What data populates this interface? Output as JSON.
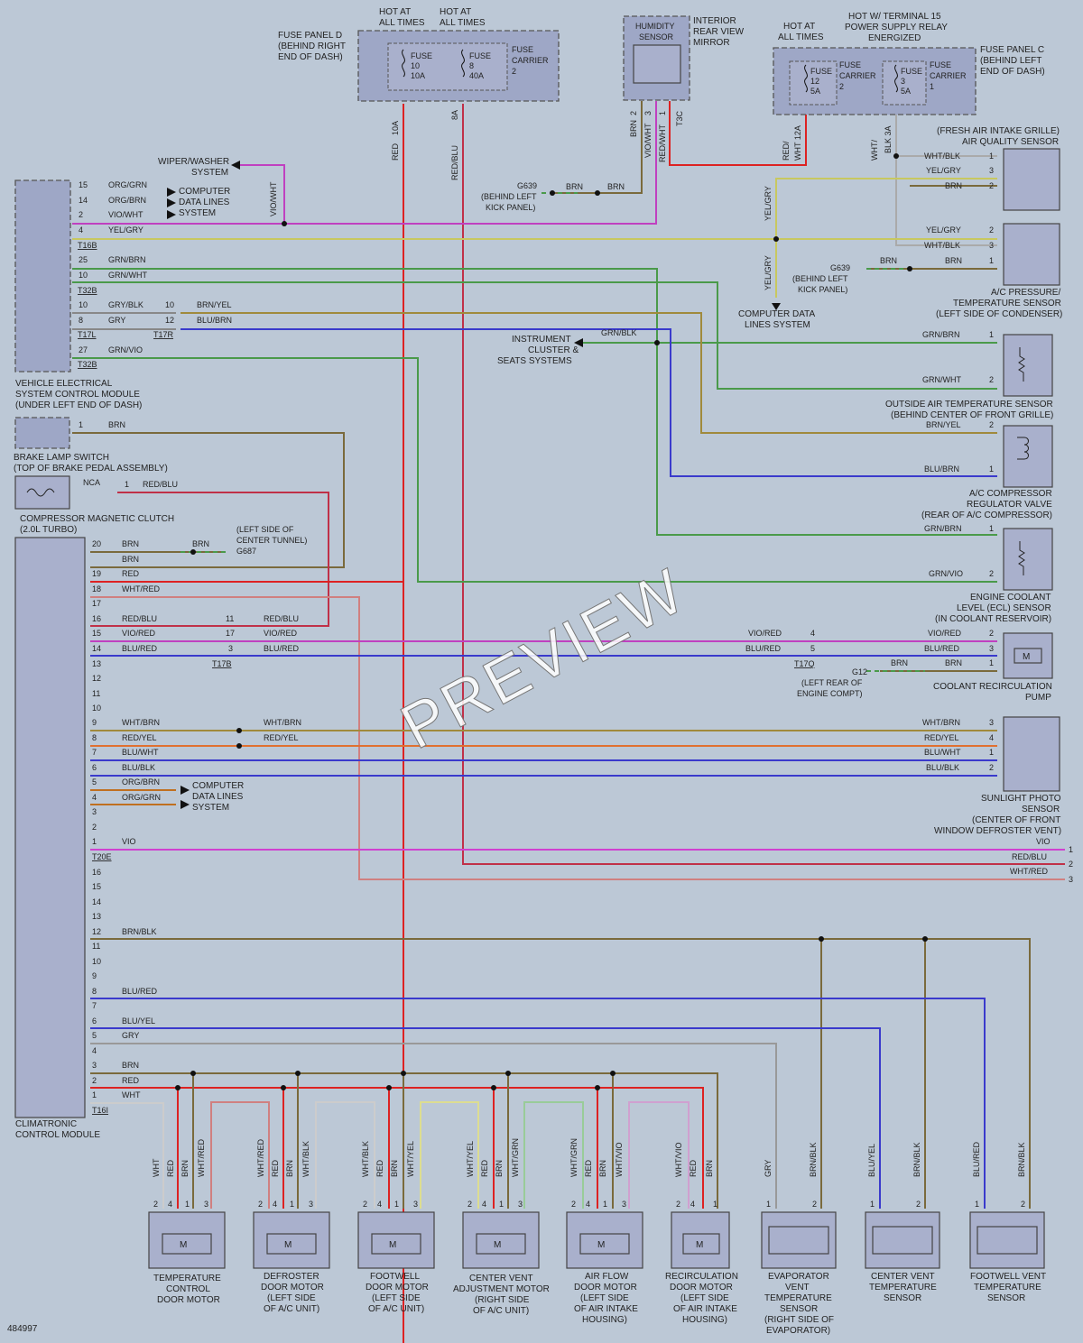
{
  "watermark": "PREVIEW",
  "doc_number": "484997",
  "top": {
    "hot1": [
      "HOT AT",
      "ALL TIMES"
    ],
    "hot2": [
      "HOT AT",
      "ALL TIMES"
    ],
    "fuse_panel_d": [
      "FUSE PANEL D",
      "(BEHIND RIGHT",
      "END OF DASH)"
    ],
    "fuse10": [
      "FUSE",
      "10",
      "10A"
    ],
    "fuse8": [
      "FUSE",
      "8",
      "40A"
    ],
    "carrier2": [
      "FUSE",
      "CARRIER",
      "2"
    ],
    "humidity": [
      "HUMIDITY",
      "SENSOR"
    ],
    "mirror": [
      "INTERIOR",
      "REAR VIEW",
      "MIRROR"
    ],
    "hot3": [
      "HOT AT",
      "ALL TIMES"
    ],
    "hot15": [
      "HOT W/ TERMINAL 15",
      "POWER SUPPLY RELAY",
      "ENERGIZED"
    ],
    "fuse12": [
      "FUSE",
      "12",
      "5A"
    ],
    "carrier2b": [
      "FUSE",
      "CARRIER",
      "2"
    ],
    "fuse3": [
      "FUSE",
      "3",
      "5A"
    ],
    "carrier1": [
      "FUSE",
      "CARRIER",
      "1"
    ],
    "fuse_panel_c": [
      "FUSE PANEL C",
      "(BEHIND LEFT",
      "END OF DASH)"
    ],
    "w10a": "10A",
    "w8a": "8A",
    "red": "RED",
    "redblu": "RED/BLU",
    "t3c": "T3C",
    "brn": "BRN",
    "viowht": "VIO/WHT",
    "redwht": "RED/WHT",
    "p2": "2",
    "p3": "3",
    "p1": "1",
    "redwht12a": "RED/",
    "wht12a": "WHT 12A",
    "whtblk3a": "WHT/",
    "blk3a": "BLK 3A"
  },
  "left": {
    "wiper": [
      "WIPER/WASHER",
      "SYSTEM"
    ],
    "comp_data": [
      "COMPUTER",
      "DATA LINES",
      "SYSTEM"
    ],
    "vio_wht": "VIO/WHT",
    "vesm": [
      "VEHICLE ELECTRICAL",
      "SYSTEM CONTROL MODULE",
      "(UNDER LEFT END OF DASH)"
    ],
    "brake": [
      "BRAKE LAMP SWITCH",
      "(TOP OF BRAKE PEDAL ASSEMBLY)"
    ],
    "clutch": [
      "COMPRESSOR MAGNETIC CLUTCH",
      "(2.0L TURBO)"
    ],
    "nca": "NCA",
    "climatronic": [
      "CLIMATRONIC",
      "CONTROL MODULE"
    ],
    "g639a": [
      "G639",
      "(BEHIND LEFT",
      "KICK PANEL)"
    ],
    "g687": [
      "(LEFT SIDE OF",
      "CENTER TUNNEL)",
      "G687"
    ],
    "t16b": "T16B",
    "t32b": "T32B",
    "t17l": "T17L",
    "t17r": "T17R",
    "t32b2": "T32B",
    "t17b": "T17B",
    "t20e": "T20E",
    "t16i": "T16I"
  },
  "vesm_pins": [
    {
      "pin": "15",
      "color": "ORG/GRN"
    },
    {
      "pin": "14",
      "color": "ORG/BRN"
    },
    {
      "pin": "2",
      "color": "VIO/WHT"
    },
    {
      "pin": "4",
      "color": "YEL/GRY"
    },
    {
      "pin": "25",
      "color": "GRN/BRN"
    },
    {
      "pin": "10",
      "color": "GRN/WHT"
    },
    {
      "pin": "10",
      "color": "GRY/BLK"
    },
    {
      "pin": "8",
      "color": "GRY"
    },
    {
      "pin": "27",
      "color": "GRN/VIO"
    }
  ],
  "mid": {
    "p10": "10",
    "p12": "12",
    "brn_yel": "BRN/YEL",
    "blu_brn": "BLU/BRN",
    "instrument": [
      "INSTRUMENT",
      "CLUSTER &",
      "SEATS SYSTEMS"
    ],
    "grn_blk": "GRN/BLK",
    "comp_data2": [
      "COMPUTER DATA",
      "LINES SYSTEM"
    ],
    "yel_gry": "YEL/GRY",
    "yel_gry2": "YEL/GRY",
    "g639b": [
      "G639",
      "(BEHIND LEFT",
      "KICK PANEL)"
    ],
    "brn": "BRN"
  },
  "right": {
    "air_quality": [
      "(FRESH AIR INTAKE GRILLE)",
      "AIR QUALITY SENSOR"
    ],
    "aq_pins": [
      {
        "c": "WHT/BLK",
        "p": "1"
      },
      {
        "c": "YEL/GRY",
        "p": "3"
      },
      {
        "c": "BRN",
        "p": "2"
      }
    ],
    "ac_press_pins": [
      {
        "c": "YEL/GRY",
        "p": "2"
      },
      {
        "c": "WHT/BLK",
        "p": "3"
      },
      {
        "c": "BRN",
        "p": "1"
      }
    ],
    "ac_press": [
      "A/C PRESSURE/",
      "TEMPERATURE SENSOR",
      "(LEFT SIDE OF CONDENSER)"
    ],
    "oat_pins": [
      {
        "c": "GRN/BRN",
        "p": "1"
      },
      {
        "c": "GRN/WHT",
        "p": "2"
      }
    ],
    "oat": [
      "OUTSIDE AIR TEMPERATURE SENSOR",
      "(BEHIND CENTER OF FRONT GRILLE)"
    ],
    "reg_pins": [
      {
        "c": "BRN/YEL",
        "p": "2"
      },
      {
        "c": "BLU/BRN",
        "p": "1"
      }
    ],
    "reg": [
      "A/C COMPRESSOR",
      "REGULATOR VALVE",
      "(REAR OF A/C COMPRESSOR)"
    ],
    "ecl_pins": [
      {
        "c": "GRN/BRN",
        "p": "1"
      },
      {
        "c": "GRN/VIO",
        "p": "2"
      }
    ],
    "ecl": [
      "ENGINE COOLANT",
      "LEVEL (ECL) SENSOR",
      "(IN COOLANT RESERVOIR)"
    ],
    "pump_pins": [
      {
        "c": "VIO/RED",
        "p": "2"
      },
      {
        "c": "BLU/RED",
        "p": "3"
      },
      {
        "c": "BRN",
        "p": "1"
      }
    ],
    "pump": [
      "COOLANT RECIRCULATION",
      "PUMP"
    ],
    "g12": [
      "G12",
      "(LEFT REAR OF",
      "ENGINE COMPT)"
    ],
    "t17q": "T17Q",
    "vio_red": "VIO/RED",
    "blu_red": "BLU/RED",
    "p4": "4",
    "p5": "5",
    "brn": "BRN",
    "photo_pins": [
      {
        "c": "WHT/BRN",
        "p": "3"
      },
      {
        "c": "RED/YEL",
        "p": "4"
      },
      {
        "c": "BLU/WHT",
        "p": "1"
      },
      {
        "c": "BLU/BLK",
        "p": "2"
      }
    ],
    "photo": [
      "SUNLIGHT PHOTO",
      "SENSOR",
      "(CENTER OF FRONT",
      "WINDOW DEFROSTER VENT)"
    ],
    "out_pins": [
      {
        "c": "VIO",
        "p": "1"
      },
      {
        "c": "RED/BLU",
        "p": "2"
      },
      {
        "c": "WHT/RED",
        "p": "3"
      }
    ]
  },
  "t20e_pins": [
    {
      "p": "20",
      "c": "BRN"
    },
    {
      "p": "",
      "c": "BRN"
    },
    {
      "p": "19",
      "c": "RED"
    },
    {
      "p": "18",
      "c": "WHT/RED"
    },
    {
      "p": "17",
      "c": ""
    },
    {
      "p": "16",
      "c": "RED/BLU"
    },
    {
      "p": "15",
      "c": "VIO/RED"
    },
    {
      "p": "14",
      "c": "BLU/RED"
    },
    {
      "p": "13",
      "c": ""
    },
    {
      "p": "12",
      "c": ""
    },
    {
      "p": "11",
      "c": ""
    },
    {
      "p": "10",
      "c": ""
    },
    {
      "p": "9",
      "c": "WHT/BRN"
    },
    {
      "p": "8",
      "c": "RED/YEL"
    },
    {
      "p": "7",
      "c": "BLU/WHT"
    },
    {
      "p": "6",
      "c": "BLU/BLK"
    },
    {
      "p": "5",
      "c": "ORG/BRN"
    },
    {
      "p": "4",
      "c": "ORG/GRN"
    },
    {
      "p": "3",
      "c": ""
    },
    {
      "p": "2",
      "c": ""
    },
    {
      "p": "1",
      "c": "VIO"
    }
  ],
  "t17b_pins": [
    {
      "p": "11",
      "c": "RED/BLU"
    },
    {
      "p": "17",
      "c": "VIO/RED"
    },
    {
      "p": "3",
      "c": "BLU/RED"
    }
  ],
  "mid_t20e": [
    {
      "c": "WHT/BRN"
    },
    {
      "c": "RED/YEL"
    }
  ],
  "brn2": "BRN",
  "t16i_pins": [
    {
      "p": "16",
      "c": ""
    },
    {
      "p": "15",
      "c": ""
    },
    {
      "p": "14",
      "c": ""
    },
    {
      "p": "13",
      "c": ""
    },
    {
      "p": "12",
      "c": "BRN/BLK"
    },
    {
      "p": "11",
      "c": ""
    },
    {
      "p": "10",
      "c": ""
    },
    {
      "p": "9",
      "c": ""
    },
    {
      "p": "8",
      "c": "BLU/RED"
    },
    {
      "p": "7",
      "c": ""
    },
    {
      "p": "6",
      "c": "BLU/YEL"
    },
    {
      "p": "5",
      "c": "GRY"
    },
    {
      "p": "4",
      "c": ""
    },
    {
      "p": "3",
      "c": "BRN"
    },
    {
      "p": "2",
      "c": "RED"
    },
    {
      "p": "1",
      "c": "WHT"
    }
  ],
  "bottom": [
    {
      "name": [
        "TEMPERATURE",
        "CONTROL",
        "DOOR MOTOR"
      ],
      "wires": [
        "WHT",
        "RED",
        "BRN",
        "WHT/RED"
      ],
      "pins": [
        "2",
        "4",
        "1",
        "3"
      ]
    },
    {
      "name": [
        "DEFROSTER",
        "DOOR MOTOR",
        "(LEFT SIDE",
        "OF A/C UNIT)"
      ],
      "wires": [
        "WHT/RED",
        "RED",
        "BRN",
        "WHT/BLK"
      ],
      "pins": [
        "2",
        "4",
        "1",
        "3"
      ]
    },
    {
      "name": [
        "FOOTWELL",
        "DOOR MOTOR",
        "(LEFT SIDE",
        "OF A/C UNIT)"
      ],
      "wires": [
        "WHT/BLK",
        "RED",
        "BRN",
        "WHT/YEL"
      ],
      "pins": [
        "2",
        "4",
        "1",
        "3"
      ]
    },
    {
      "name": [
        "CENTER VENT",
        "ADJUSTMENT MOTOR",
        "(RIGHT SIDE",
        "OF A/C UNIT)"
      ],
      "wires": [
        "WHT/YEL",
        "RED",
        "BRN",
        "WHT/GRN"
      ],
      "pins": [
        "2",
        "4",
        "1",
        "3"
      ]
    },
    {
      "name": [
        "AIR FLOW",
        "DOOR MOTOR",
        "(LEFT SIDE",
        "OF AIR INTAKE",
        "HOUSING)"
      ],
      "wires": [
        "WHT/GRN",
        "RED",
        "BRN",
        "WHT/VIO"
      ],
      "pins": [
        "2",
        "4",
        "1",
        "3"
      ]
    },
    {
      "name": [
        "RECIRCULATION",
        "DOOR MOTOR",
        "(LEFT SIDE",
        "OF AIR INTAKE",
        "HOUSING)"
      ],
      "wires": [
        "WHT/VIO",
        "RED",
        "BRN"
      ],
      "pins": [
        "2",
        "4",
        "1"
      ]
    },
    {
      "name": [
        "EVAPORATOR",
        "VENT",
        "TEMPERATURE",
        "SENSOR",
        "(RIGHT SIDE OF",
        "EVAPORATOR)"
      ],
      "wires": [
        "GRY",
        "BRN/BLK"
      ],
      "pins": [
        "1",
        "2"
      ]
    },
    {
      "name": [
        "CENTER VENT",
        "TEMPERATURE",
        "SENSOR"
      ],
      "wires": [
        "BLU/YEL",
        "BRN/BLK"
      ],
      "pins": [
        "1",
        "2"
      ]
    },
    {
      "name": [
        "FOOTWELL VENT",
        "TEMPERATURE",
        "SENSOR"
      ],
      "wires": [
        "BLU/RED",
        "BRN/BLK"
      ],
      "pins": [
        "1",
        "2"
      ]
    }
  ],
  "motor_symbol": "M"
}
